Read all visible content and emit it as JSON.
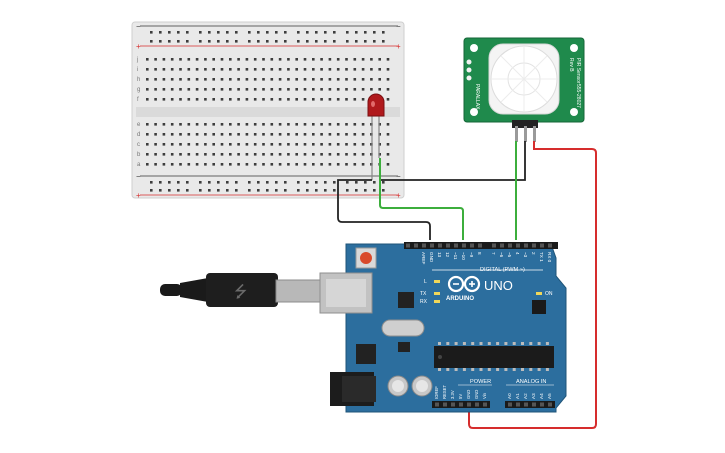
{
  "breadboard": {
    "row_letters_top": [
      "j",
      "i",
      "h",
      "g",
      "f"
    ],
    "row_letters_bottom": [
      "e",
      "d",
      "c",
      "b",
      "a"
    ],
    "plus_sign": "+",
    "minus_sign": "−"
  },
  "pir": {
    "label_right": "PIR Sensor",
    "label_right2": "Rev B",
    "part_number": "555-28027",
    "brand": "PARALLAX"
  },
  "arduino": {
    "logo_text": "UNO",
    "brand_text": "ARDUINO",
    "digital_header": "DIGITAL (PWM ~)",
    "top_pins": [
      "AREF",
      "GND",
      "13",
      "12",
      "~11",
      "~10",
      "~9",
      "8",
      "7",
      "~6",
      "~5",
      "4",
      "~3",
      "2",
      "TX 1",
      "RX 0"
    ],
    "power_header": "POWER",
    "analog_header": "ANALOG IN",
    "power_pins": [
      "IOREF",
      "RESET",
      "3.3V",
      "5V",
      "GND",
      "GND",
      "Vin"
    ],
    "analog_pins": [
      "A0",
      "A1",
      "A2",
      "A3",
      "A4",
      "A5"
    ],
    "led_l": "L",
    "led_tx": "TX",
    "led_rx": "RX",
    "led_on": "ON"
  },
  "colors": {
    "board_blue": "#2c6e9e",
    "pir_green": "#1f8a4c",
    "wire_red": "#d62d2d",
    "wire_green": "#3cae3c",
    "wire_black": "#222222",
    "led_red": "#b0191c"
  }
}
